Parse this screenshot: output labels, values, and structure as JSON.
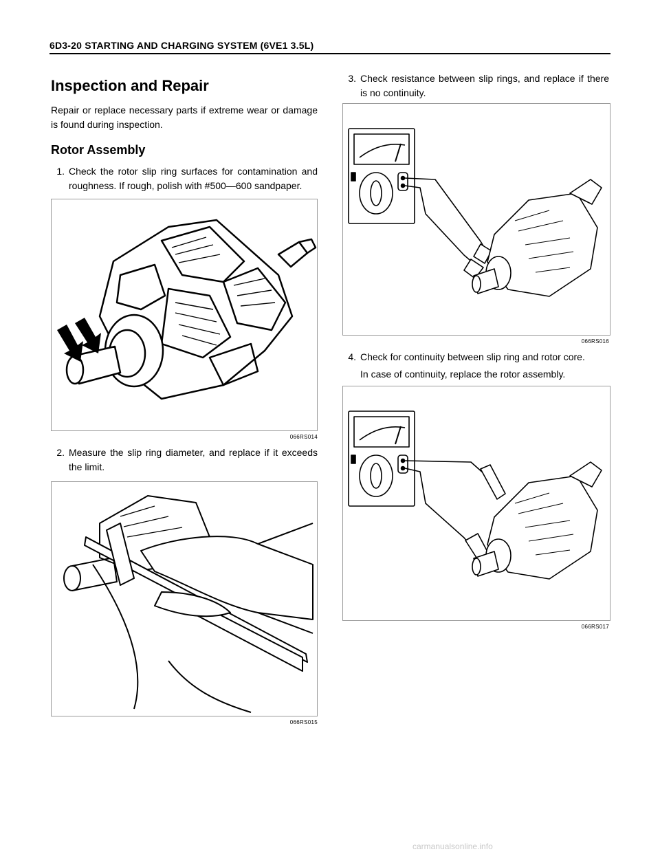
{
  "header": {
    "title": "6D3-20  STARTING AND CHARGING SYSTEM (6VE1 3.5L)"
  },
  "left": {
    "heading": "Inspection and Repair",
    "intro": "Repair or replace necessary parts if extreme wear or damage is found during inspection.",
    "subheading": "Rotor Assembly",
    "step1": {
      "num": "1.",
      "text": "Check the rotor slip ring surfaces for contamination and roughness. If rough, polish with #500—600 sandpaper."
    },
    "fig1_caption": "066RS014",
    "step2": {
      "num": "2.",
      "text": "Measure the slip ring diameter, and replace if it exceeds the limit."
    },
    "fig2_caption": "066RS015"
  },
  "right": {
    "step3": {
      "num": "3.",
      "text": "Check resistance between slip rings, and replace if there is no continuity."
    },
    "fig3_caption": "066RS016",
    "step4": {
      "num": "4.",
      "text": "Check for continuity between slip ring and rotor core."
    },
    "step4_note": "In case of continuity, replace the rotor assembly.",
    "fig4_caption": "066RS017"
  },
  "footer": {
    "watermark": "carmanualsonline.info"
  }
}
